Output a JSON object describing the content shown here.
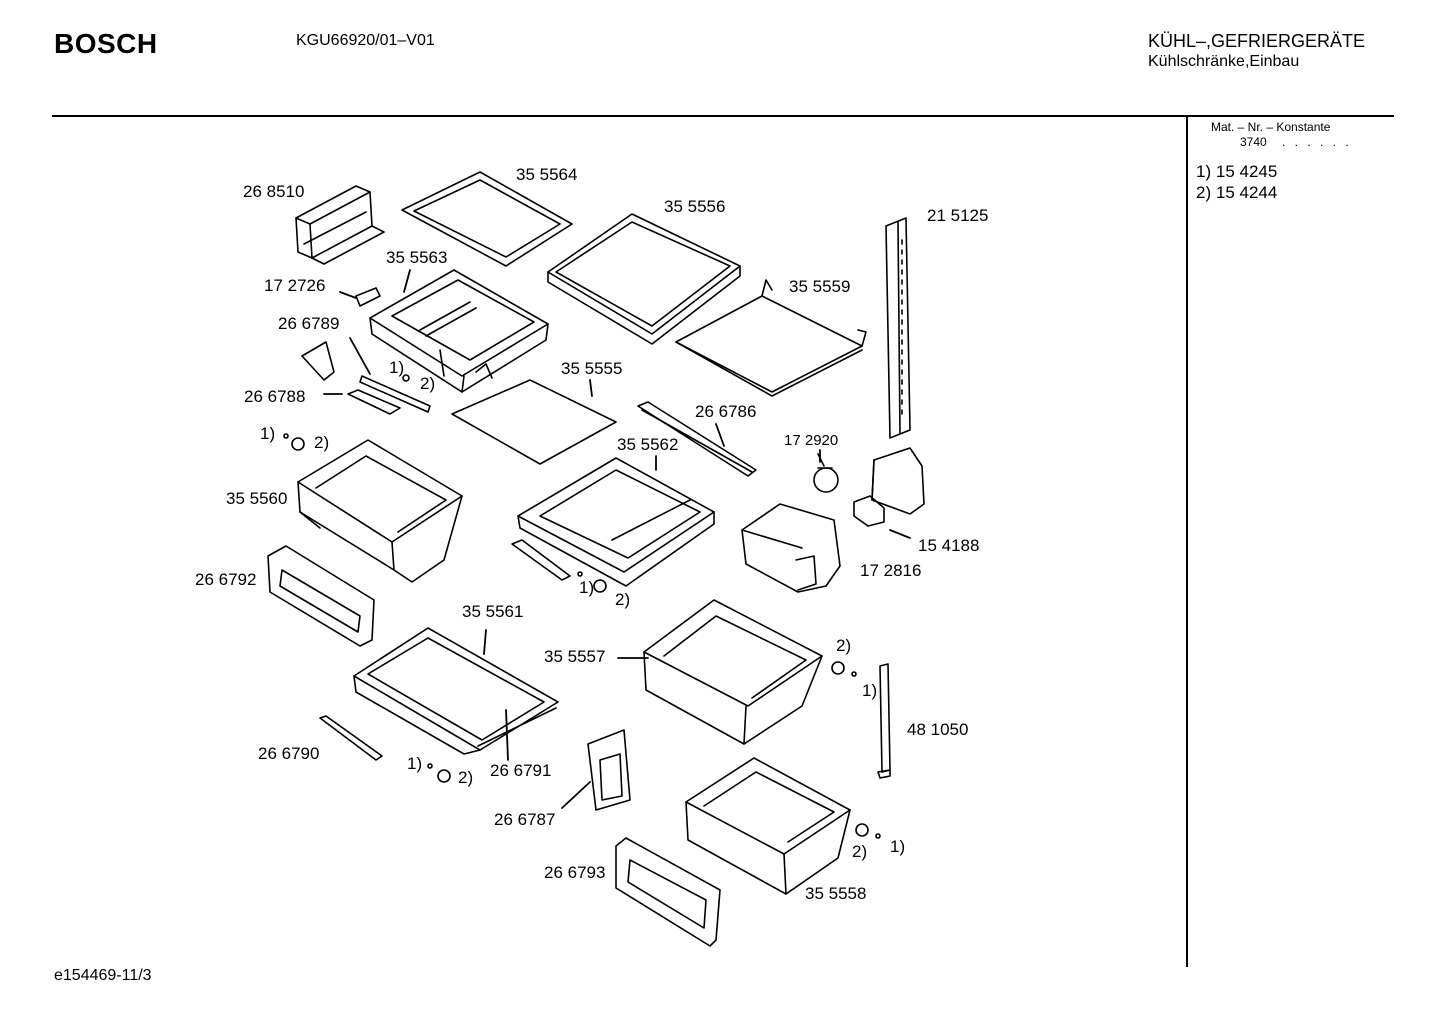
{
  "header": {
    "logo": "BOSCH",
    "model": "KGU66920/01–V01",
    "category_line1": "KÜHL–,GEFRIERGERÄTE",
    "category_line2": "Kühlschränke,Einbau"
  },
  "material_box": {
    "heading": "Mat. – Nr. – Konstante",
    "value": "3740",
    "dots": ". . . . . .",
    "notes": [
      {
        "marker": "1)",
        "part": "15 4245"
      },
      {
        "marker": "2)",
        "part": "15 4244"
      }
    ]
  },
  "footer": {
    "code": "e154469-11/3"
  },
  "part_labels": [
    "26 8510",
    "35 5564",
    "35 5556",
    "21 5125",
    "35 5563",
    "17 2726",
    "35 5559",
    "26 6789",
    "1)",
    "2)",
    "35 5555",
    "26 6788",
    "26 6786",
    "1)",
    "2)",
    "17 2920",
    "35 5562",
    "35 5560",
    "15 4188",
    "17 2816",
    "26 6792",
    "1)",
    "2)",
    "35 5561",
    "35 5557",
    "2)",
    "1)",
    "48 1050",
    "26 6790",
    "1)",
    "2)",
    "26 6791",
    "26 6787",
    "26 6793",
    "2)",
    "1)",
    "35 5558"
  ]
}
